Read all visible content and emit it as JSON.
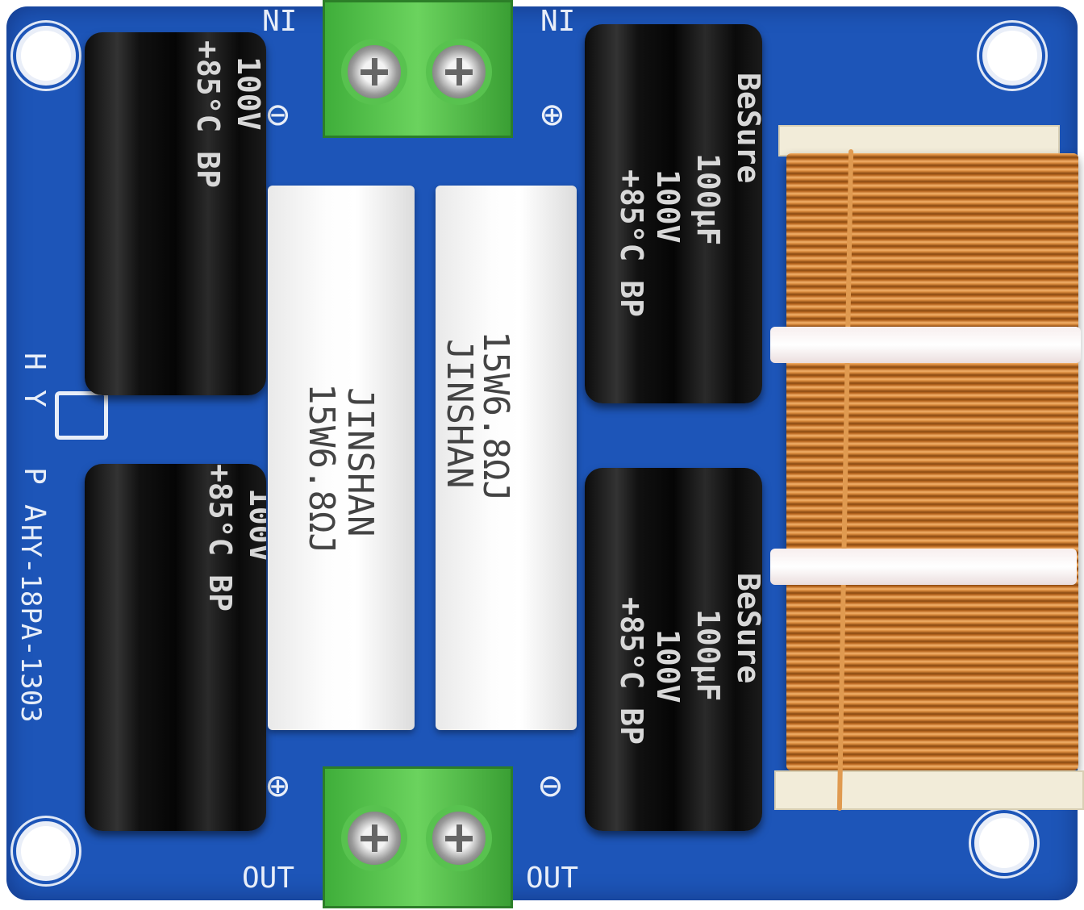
{
  "board": {
    "model": "HY-18PA-1303",
    "brand_letters": [
      "H",
      "Y",
      "P",
      "A"
    ],
    "input_label": "NI",
    "output_label": "OUT",
    "plus_symbol": "⊕",
    "minus_symbol": "⊖",
    "colors": {
      "pcb": "#1d55b8",
      "terminal": "#4fbf45",
      "copper": "#d98a3c"
    }
  },
  "capacitor": {
    "brand": "BeSure",
    "capacitance": "100µF",
    "voltage": "100V",
    "rating": "+85°C BP"
  },
  "resistor": {
    "brand": "JINSHAN",
    "value": "15W6.8ΩJ"
  }
}
